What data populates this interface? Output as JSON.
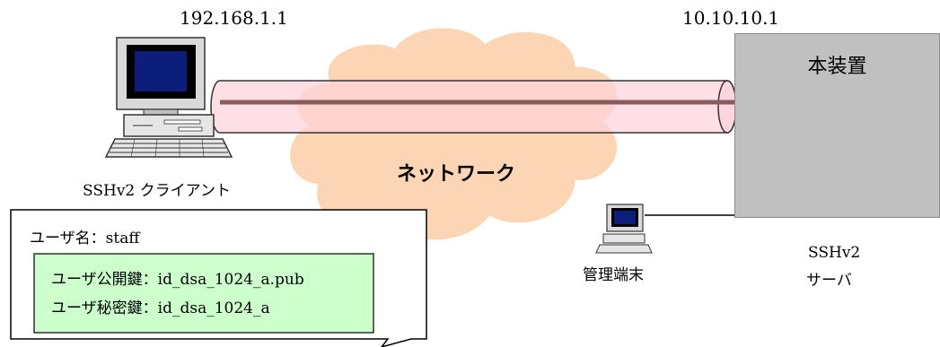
{
  "client": {
    "ip": "192.168.1.1",
    "label": "SSHv2 クライアント"
  },
  "server": {
    "ip": "10.10.10.1",
    "title": "本装置",
    "label_line1": "SSHv2",
    "label_line2": "サーバ"
  },
  "network": {
    "label": "ネットワーク"
  },
  "management": {
    "label": "管理端末"
  },
  "callout": {
    "user": "ユーザ名：staff",
    "public_key": "ユーザ公開鍵：id_dsa_1024_a.pub",
    "private_key": "ユーザ秘密鍵：id_dsa_1024_a"
  },
  "colors": {
    "cloud": "#fcd5b4",
    "tunnel": "#ffd1dc",
    "tunnel_line": "#8b5a5a",
    "server_box": "#c0c0c0",
    "key_box": "#ccffcc"
  }
}
